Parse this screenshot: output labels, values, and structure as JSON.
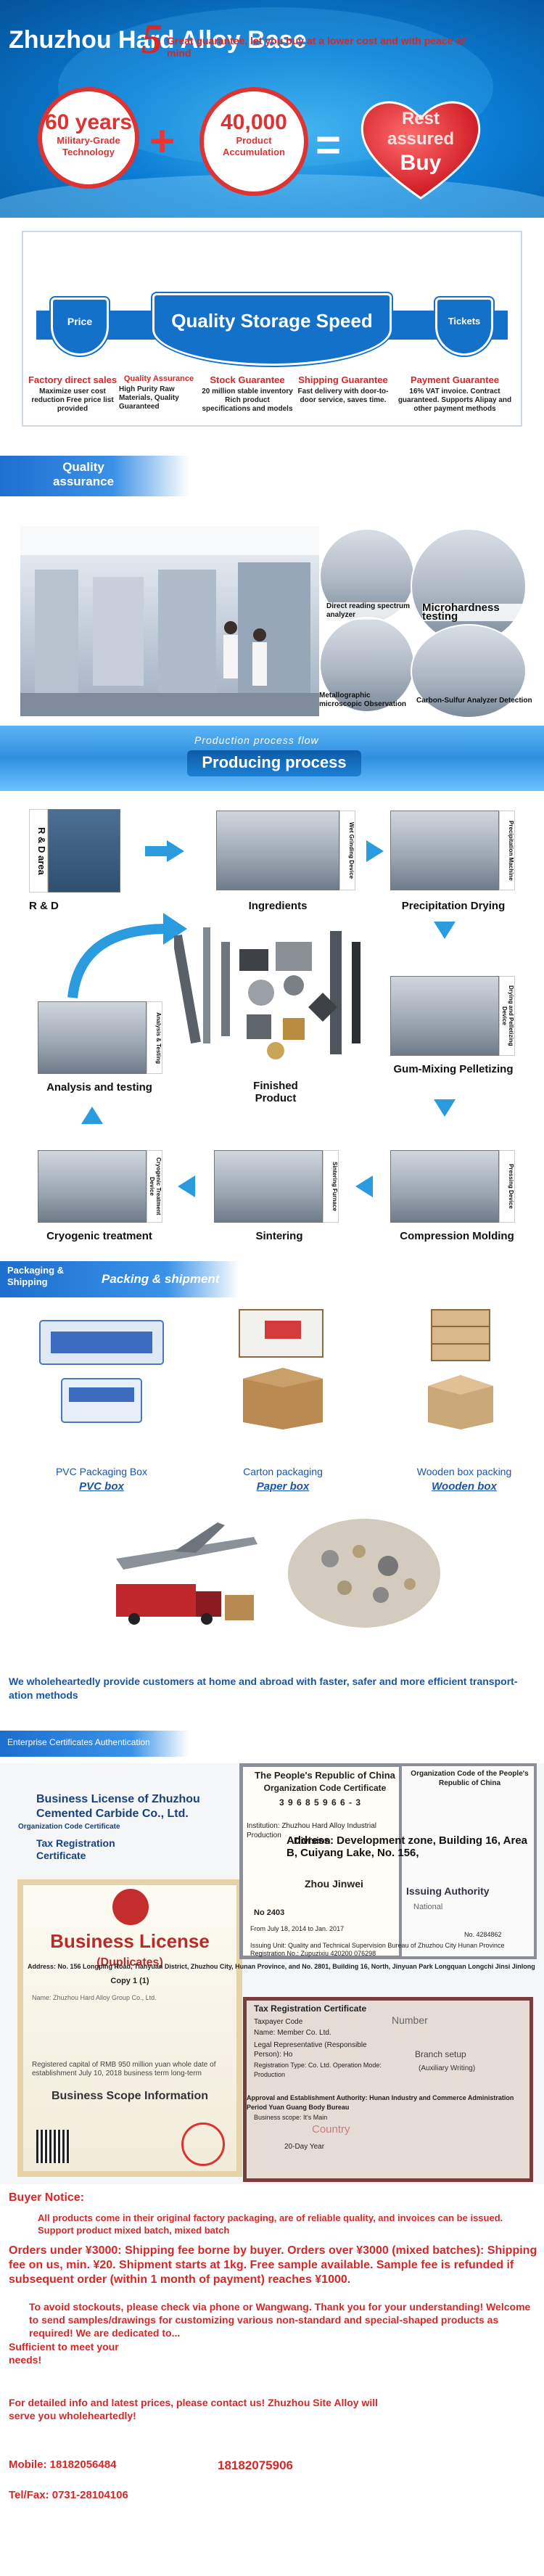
{
  "hero": {
    "title": "Zhuzhou Hard Alloy Base",
    "years_value": "60 years",
    "years_label": "Military-Grade Technology",
    "production_value": "40,000",
    "production_label": "Product Accumulation",
    "plus": "+",
    "equals": "=",
    "heart_line1": "Rest assured",
    "heart_line2": "Buy",
    "colors": {
      "blue": "#0a7dd4",
      "red": "#d62828"
    }
  },
  "guarantee": {
    "number": "5",
    "headline": "Great guarantee, let you buy at a lower cost and with peace of mind",
    "price_shield": "Price",
    "main_shield": "Quality Storage Speed",
    "tickets_shield": "Tickets",
    "columns": [
      {
        "title": "Factory direct sales",
        "desc": "Maximize user cost reduction Free price list provided"
      },
      {
        "title": "Quality Assurance",
        "desc": "High Purity Raw Materials, Quality Guaranteed"
      },
      {
        "title": "Stock Guarantee",
        "desc": "20 million stable inventory Rich product specifications and models"
      },
      {
        "title": "Shipping Guarantee",
        "desc": "Fast delivery with door-to-door service, saves time."
      },
      {
        "title": "Payment Guarantee",
        "desc": "16% VAT invoice. Contract guaranteed. Supports Alipay and other payment methods"
      }
    ]
  },
  "quality": {
    "tab": "Quality assurance",
    "labels": [
      "Direct reading spectrum analyzer",
      "Microhardness testing",
      "Metallographic microscopic Observation",
      "Carbon-Sulfur Analyzer Detection"
    ]
  },
  "process": {
    "subtitle": "Production process flow",
    "title": "Producing process",
    "rd_side": "R & D area",
    "steps": {
      "rd": "R & D",
      "ingredients": "Ingredients",
      "precipitation": "Precipitation Drying",
      "gum": "Gum-Mixing Pelletizing",
      "compression": "Compression Molding",
      "sintering": "Sintering",
      "cryogenic": "Cryogenic treatment",
      "analysis": "Analysis and testing",
      "finished": "Finished Product"
    },
    "side_labels": {
      "ingredients": "Wet Grinding Device",
      "precipitation": "Precipitation Machine",
      "gum": "Drying and Pelletizing Device",
      "compression": "Pressing Device",
      "sintering": "Sintering Furnace",
      "cryogenic": "Cryogenic Treatment Device",
      "analysis": "Analysis & Testing"
    }
  },
  "packing": {
    "tab_left": "Packaging & Shipping",
    "tab_right": "Packing & shipment",
    "items": [
      {
        "caption": "PVC Packaging Box",
        "sub": "PVC box"
      },
      {
        "caption": "Carton packaging",
        "sub": "Paper box"
      },
      {
        "caption": "Wooden box packing",
        "sub": "Wooden box"
      }
    ],
    "statement": "We wholeheartedly provide customers at home and abroad with faster, safer and more efficient transport-ation methods"
  },
  "certificates": {
    "tab": "Enterprise Certificates Authentication",
    "bl_title": "Business License of Zhuzhou Cemented Carbide Co., Ltd.",
    "occ_label": "Organization Code Certificate",
    "trc_label": "Tax Registration Certificate",
    "bl": {
      "head": "Business License",
      "duplicate": "(Duplicates)",
      "copy": "Copy 1 (1)",
      "name_line": "Name: Zhuzhou Hard Alloy Group Co., Ltd.",
      "reg_line": "Registered capital of RMB 950 million yuan whole date of establishment July 10, 2018 business term long-term",
      "scope": "Business Scope Information"
    },
    "occ": {
      "h1": "The People's Republic of China",
      "h2": "Organization Code Certificate",
      "code": "3 9 6 8 5 9 6 6 - 3",
      "institution": "Institution: Zhuzhou Hard Alloy Industrial Production",
      "division": "Division",
      "person": "Zhou Jinwei",
      "number": "No 2403",
      "valid": "From July 18, 2014 to Jan. 2017",
      "issue": "Issuing Unit: Quality and Technical Supervision Bureau of Zhuzhou City Hunan Province",
      "reg": "Registration No.: Zupuzixiu 420200 076298"
    },
    "occ2": {
      "header": "Organization Code of the People's Republic of China",
      "authority": "Issuing Authority",
      "national": "National",
      "number": "No. 4284862"
    },
    "overlay_addr": "Address: Development zone, Building 16, Area B, Cuiyang Lake, No. 156,",
    "addr_line": "Address: No. 156 Longping Road, Tianyuan District, Zhuzhou City, Hunan Province, and No. 2801, Building 16, North, Jinyuan Park Longquan Longchi Jinsi Jinlong",
    "trc": {
      "head": "Tax Registration Certificate",
      "number": "Number",
      "code": "Taxpayer Code",
      "name": "Name: Member Co. Ltd.",
      "rep": "Legal Representative (Responsible Person): Ho",
      "addr": "Registration Type: Co. Ltd. Operation Mode: Production",
      "branch": "Branch setup",
      "aux": "(Auxiliary Writing)",
      "approve": "Approval and Establishment Authority: Hunan Industry and Commerce Administration Period Yuan Guang Body Bureau",
      "scope": "Business scope: It's Main",
      "country": "Country",
      "day": "20-Day Year"
    }
  },
  "notice": {
    "title": "Buyer Notice:",
    "p1": "All products come in their original factory packaging, are of reliable quality, and invoices can be issued. Support product mixed batch, mixed batch",
    "p2": "Orders under ¥3000: Shipping fee borne by buyer.  Orders over ¥3000 (mixed batches): Shipping fee on us, min. ¥20.  Shipment starts at 1kg. Free sample available. Sample fee is refunded if subsequent order (within 1 month of payment) reaches ¥1000.",
    "p3": "To avoid stockouts, please check via phone or Wangwang. Thank you for your understanding! Welcome to send samples/drawings for customizing various non-standard and special-shaped products as required! We are dedicated to...",
    "p4": "Sufficient to meet your needs!",
    "p5": "For detailed info and latest prices, please contact us! Zhuzhou Site Alloy will serve you wholeheartedly!",
    "mobile": "Mobile: 18182056484",
    "mobile2": "18182075906",
    "fax": "Tel/Fax: 0731-28104106"
  }
}
